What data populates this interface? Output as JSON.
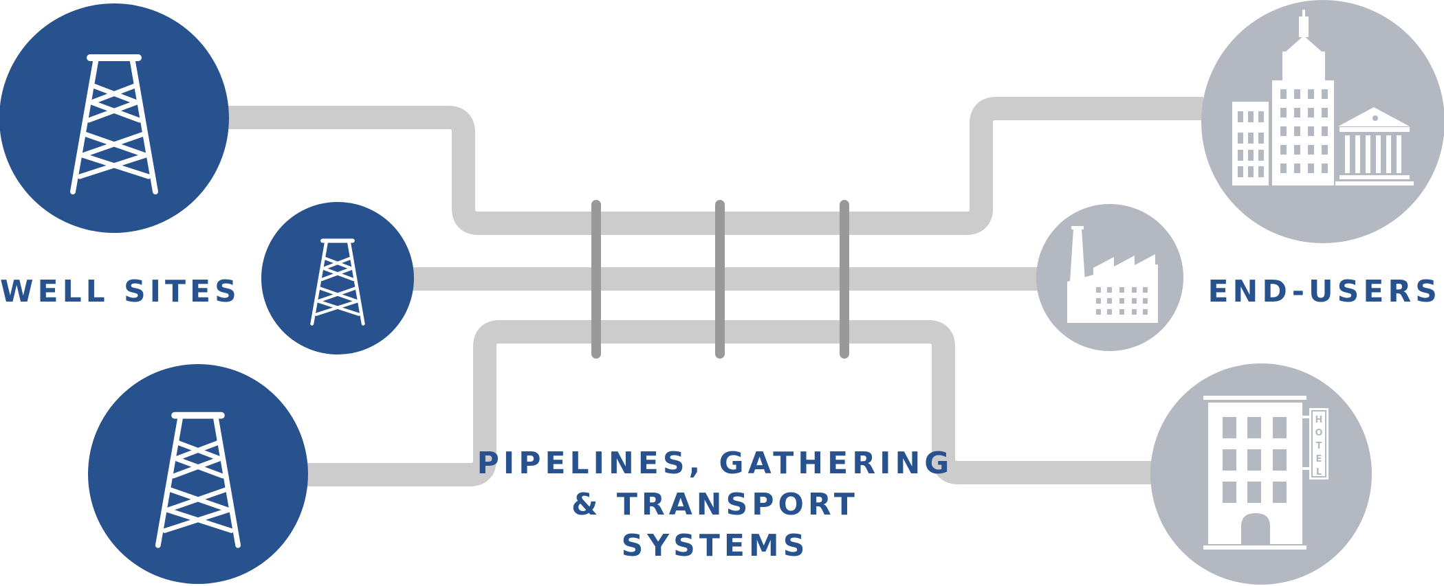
{
  "labels": {
    "well_sites": "WELL SITES",
    "end_users": "END-USERS",
    "pipelines_line1": "PIPELINES, GATHERING",
    "pipelines_line2": "& TRANSPORT",
    "pipelines_line3": "SYSTEMS"
  },
  "hotel_sign": [
    "H",
    "O",
    "T",
    "E",
    "L"
  ],
  "icons": {
    "well_sites": "oil-derrick-icon",
    "end_users": [
      "city-buildings-icon",
      "factory-icon",
      "hotel-icon"
    ]
  },
  "colors": {
    "well_circle": "#27528e",
    "end_user_circle": "#b4b9c1",
    "pipe": "#cccccc",
    "clamp": "#999999",
    "label": "#27528e",
    "icon": "#ffffff"
  }
}
